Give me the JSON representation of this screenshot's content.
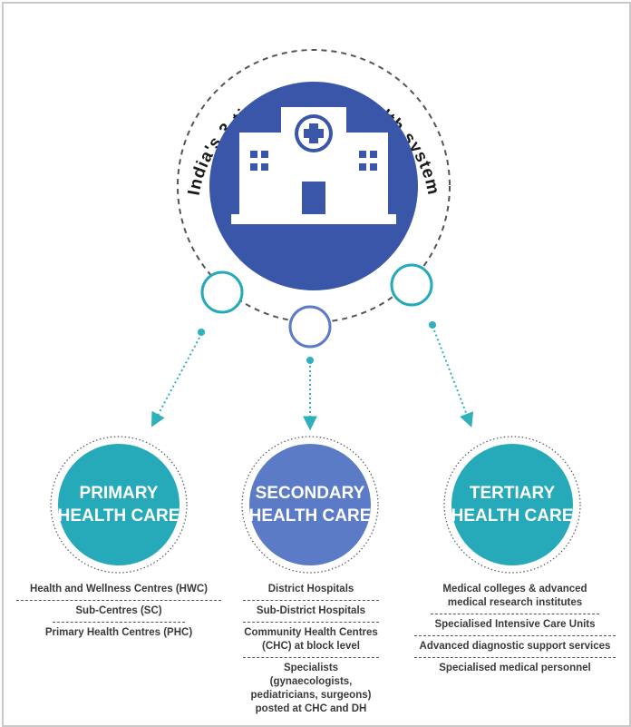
{
  "title": "India's 3-tiered public health system",
  "colors": {
    "hub": "#3a56a8",
    "teal": "#26a9b8",
    "secondary": "#5b7bc6",
    "dots": "#2fb1bd"
  },
  "hub": {
    "icon": "hospital-icon"
  },
  "tiers": [
    {
      "line1": "PRIMARY",
      "line2": "HEALTH CARE",
      "items": [
        "Health and Wellness Centres (HWC)",
        "Sub-Centres (SC)",
        "Primary Health Centres (PHC)"
      ]
    },
    {
      "line1": "SECONDARY",
      "line2": "HEALTH CARE",
      "items": [
        "District Hospitals",
        "Sub-District Hospitals",
        "Community Health Centres (CHC) at block level",
        "Specialists (gynaecologists, pediatricians, surgeons) posted at CHC and DH"
      ]
    },
    {
      "line1": "TERTIARY",
      "line2": "HEALTH CARE",
      "items": [
        "Medical colleges & advanced medical research institutes",
        "Specialised Intensive Care Units",
        "Advanced diagnostic support services",
        "Specialised medical personnel"
      ]
    }
  ]
}
